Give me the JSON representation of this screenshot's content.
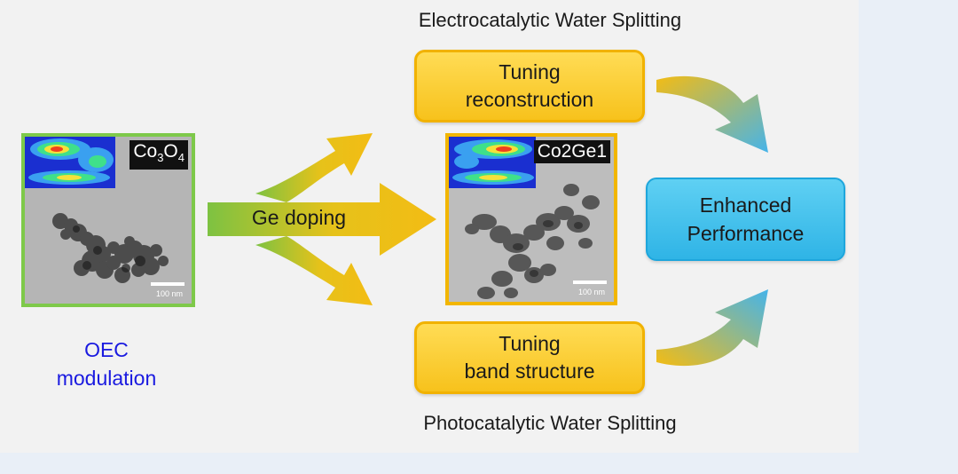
{
  "titles": {
    "top": "Electrocatalytic Water Splitting",
    "bottom": "Photocatalytic Water Splitting"
  },
  "left_sample": {
    "tag_main": "Co",
    "tag_sub1": "3",
    "tag_mid": "O",
    "tag_sub2": "4",
    "scale": "100 nm",
    "caption_line1": "OEC",
    "caption_line2": "modulation"
  },
  "arrow_label": "Ge doping",
  "center_sample": {
    "tag": "Co2Ge1",
    "scale": "100 nm"
  },
  "boxes": {
    "top_line1": "Tuning",
    "top_line2": "reconstruction",
    "bottom_line1": "Tuning",
    "bottom_line2": "band structure",
    "result_line1": "Enhanced",
    "result_line2": "Performance"
  },
  "colors": {
    "left_frame": "#7ec94a",
    "center_frame": "#f2b600",
    "caption_blue": "#1a1ae0",
    "arrow_green": "#7dc242",
    "arrow_yellow": "#f3bc14",
    "arrow_blue": "#45b4ea"
  }
}
